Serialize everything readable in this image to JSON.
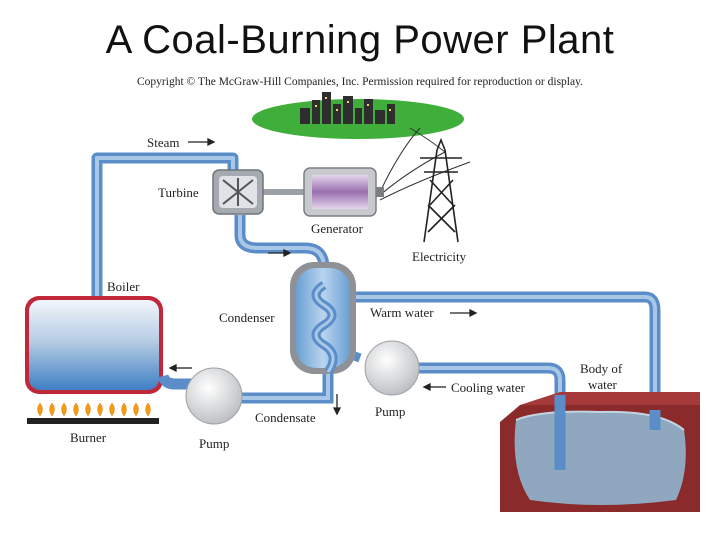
{
  "title": "A Coal-Burning Power Plant",
  "copyright": "Copyright © The McGraw-Hill Companies, Inc. Permission required for reproduction or display.",
  "labels": {
    "steam": "Steam",
    "turbine": "Turbine",
    "generator": "Generator",
    "electricity": "Electricity",
    "boiler": "Boiler",
    "condenser": "Condenser",
    "warm_water": "Warm water",
    "body_of_water_line1": "Body of",
    "body_of_water_line2": "water",
    "cooling_water": "Cooling water",
    "pump_condenser": "Pump",
    "pump_boiler": "Pump",
    "condensate": "Condensate",
    "burner": "Burner"
  },
  "colors": {
    "pipe": "#5b8ec9",
    "pipe_light": "#a9c8e8",
    "boiler_wall": "#c0283a",
    "water_body": "#8a2a2a",
    "water": "#8fa8bf",
    "flame": "#f39c12",
    "grass": "#3fae3a",
    "generator_coil": "#9a6fb0"
  }
}
